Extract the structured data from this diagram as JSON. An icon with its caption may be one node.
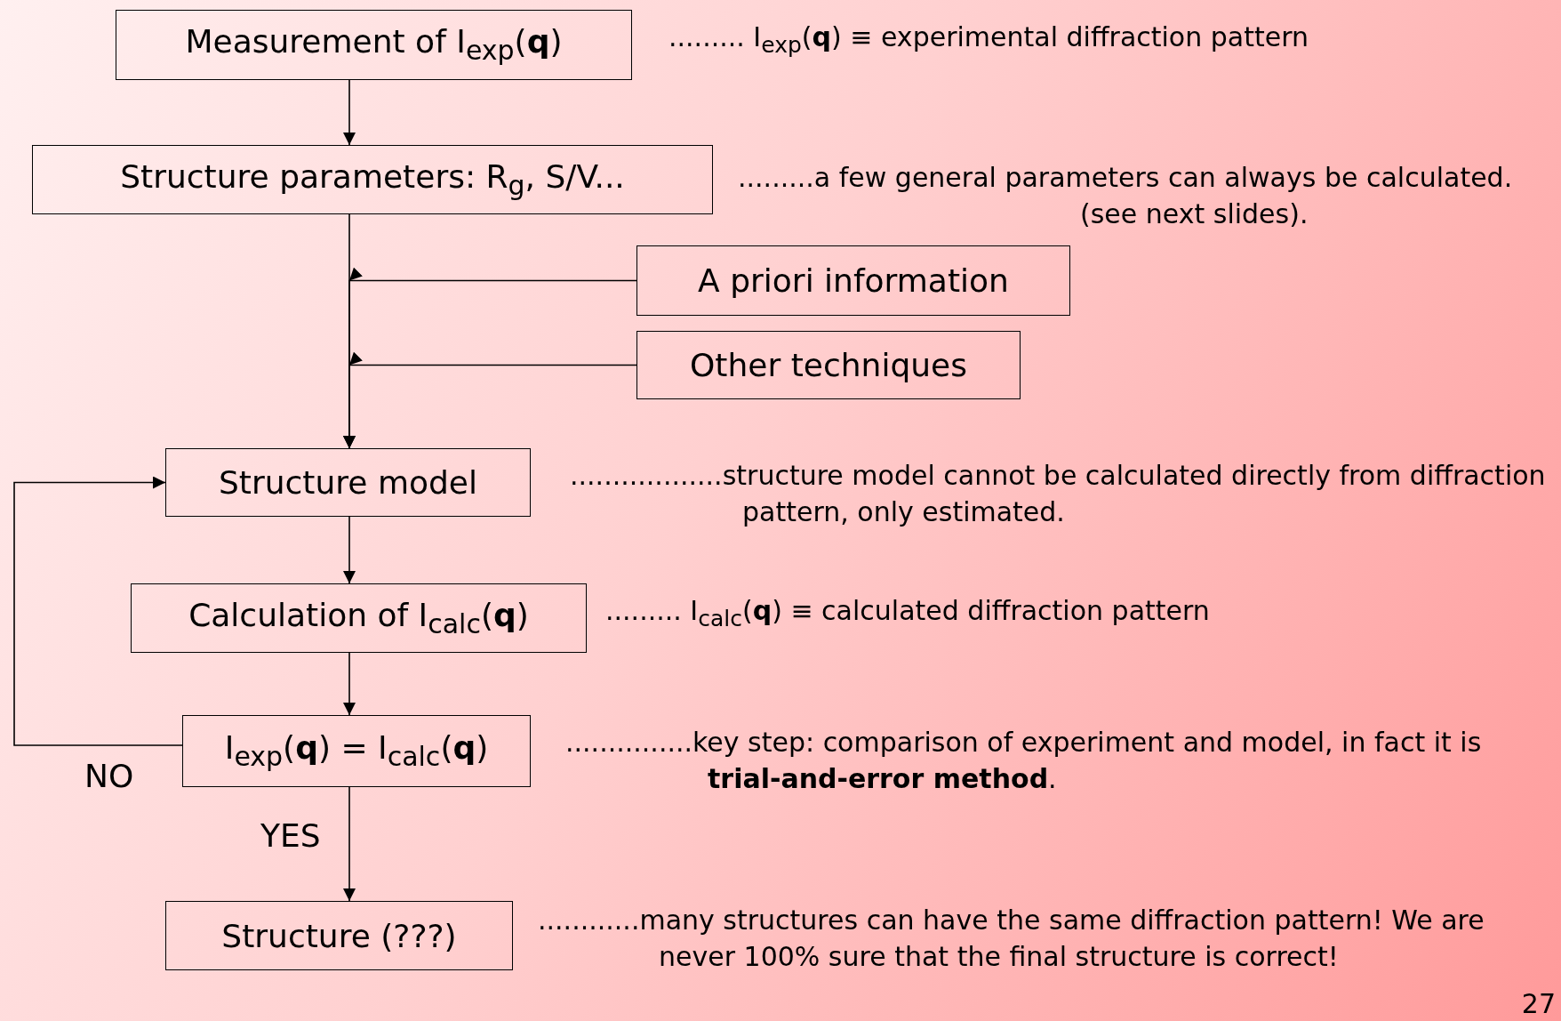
{
  "diagram": {
    "nodes": [
      {
        "text": [
          "Measurement of  I$_{exp}$(**q**)"
        ],
        "beside": [
          "......... I$_{exp}$(**q**) ≡ experimental diffraction pattern"
        ]
      },
      {
        "text": [
          "Structure parameters: R$_{g}$, S/V..."
        ],
        "beside": [
          ".........a few general parameters can always be calculated. (see next slides)."
        ]
      },
      {
        "text": [
          "A priori information"
        ]
      },
      {
        "text": [
          "Other techniques"
        ]
      },
      {
        "text": [
          "Structure model"
        ],
        "beside": [
          "..................structure model cannot be calculated directly from diffraction pattern, only estimated."
        ]
      },
      {
        "text": [
          "Calculation of I$_{calc}$(**q**)"
        ],
        "beside": [
          "......... I$_{calc}$(**q**) ≡ calculated diffraction pattern"
        ]
      },
      {
        "text": [
          "I$_{exp}$(**q**) = I$_{calc}$(**q**)"
        ],
        "beside": [
          "...............key step: comparison of experiment and model, in fact it is **trial-and-error method**."
        ]
      },
      {
        "text": [
          "Structure (???)"
        ],
        "beside": [
          "............many structures can have the same diffraction pattern! We are never 100% sure that the final structure is correct!"
        ]
      }
    ],
    "edges": [
      {
        "from": 0,
        "to": 1,
        "arrow": "to"
      },
      {
        "from": 1,
        "to": 4,
        "arrow": "to"
      },
      {
        "from": 2,
        "to": 4,
        "arrow": "to"
      },
      {
        "from": 3,
        "to": 4,
        "arrow": "to"
      },
      {
        "from": 4,
        "to": 5,
        "arrow": "to"
      },
      {
        "from": 5,
        "to": 6,
        "arrow": "to"
      },
      {
        "from": 6,
        "to": 4,
        "arrow": "to",
        "label": "NO"
      },
      {
        "from": 6,
        "to": 7,
        "arrow": "to",
        "label": "YES"
      }
    ],
    "labels": [
      "27"
    ]
  }
}
